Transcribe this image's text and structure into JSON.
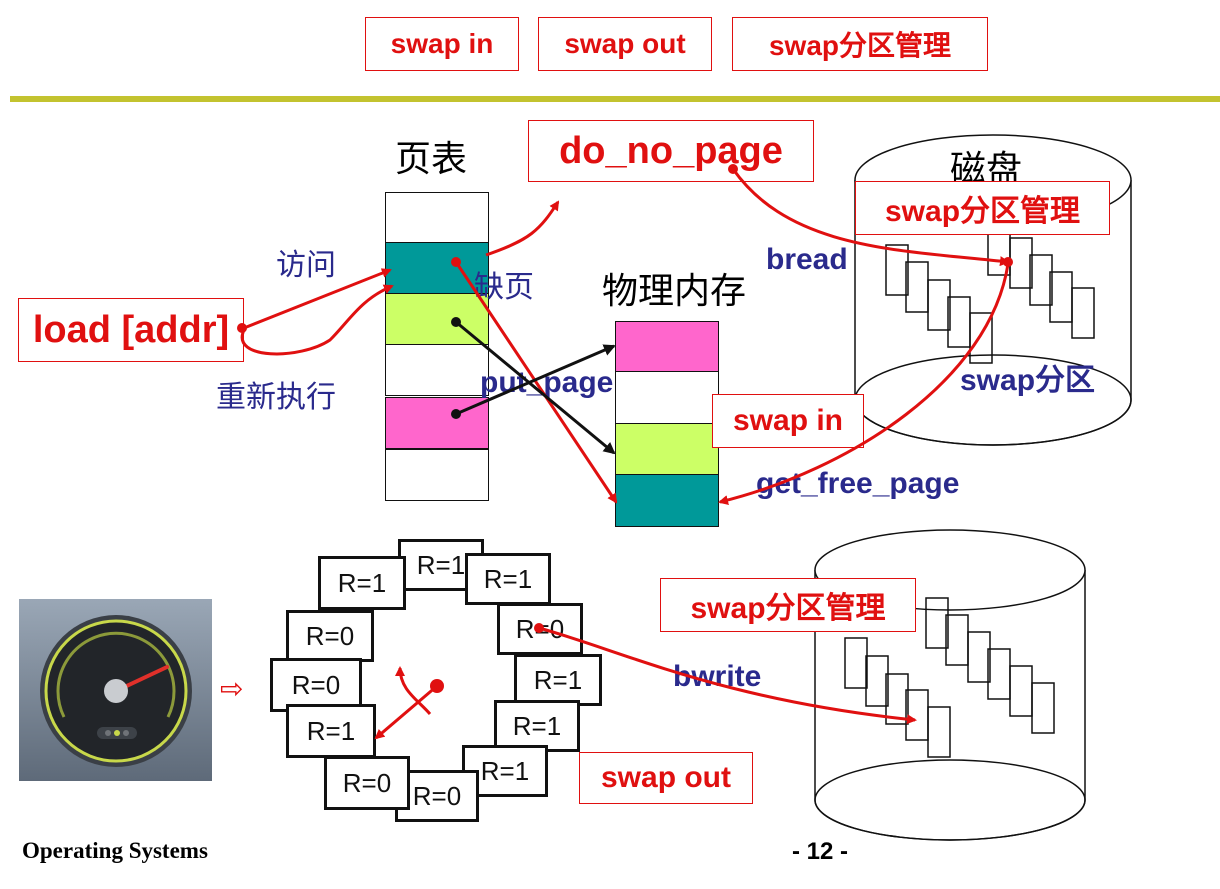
{
  "header": {
    "buttons": [
      "swap in",
      "swap out",
      "swap分区管理"
    ],
    "rule_color": "#c3c32f"
  },
  "diagram": {
    "page_table_label": "页表",
    "do_no_page": "do_no_page",
    "disk_label": "磁盘",
    "swap_mgmt_top": "swap分区管理",
    "access_label": "访问",
    "page_fault_label": "缺页",
    "bread_label": "bread",
    "physical_memory_label": "物理内存",
    "load_instr": "load [addr]",
    "reexec_label": "重新执行",
    "put_page_label": "put_page",
    "swap_partition_label": "swap分区",
    "swap_in_label": "swap in",
    "get_free_page_label": "get_free_page",
    "swap_mgmt_bottom": "swap分区管理",
    "bwrite_label": "bwrite",
    "swap_out_label": "swap out",
    "clock_arrow": "⇨",
    "clock_cells": [
      "R=1",
      "R=1",
      "R=0",
      "R=1",
      "R=1",
      "R=1",
      "R=0",
      "R=1",
      "R=0",
      "R=0",
      "R=0",
      "R=1"
    ]
  },
  "colors": {
    "pink": "#ff66cc",
    "lime": "#ccff66",
    "teal": "#009999",
    "red": "#e01010",
    "navy": "#2a2a8c"
  },
  "footer": {
    "course": "Operating Systems",
    "page": "- 12 -"
  }
}
